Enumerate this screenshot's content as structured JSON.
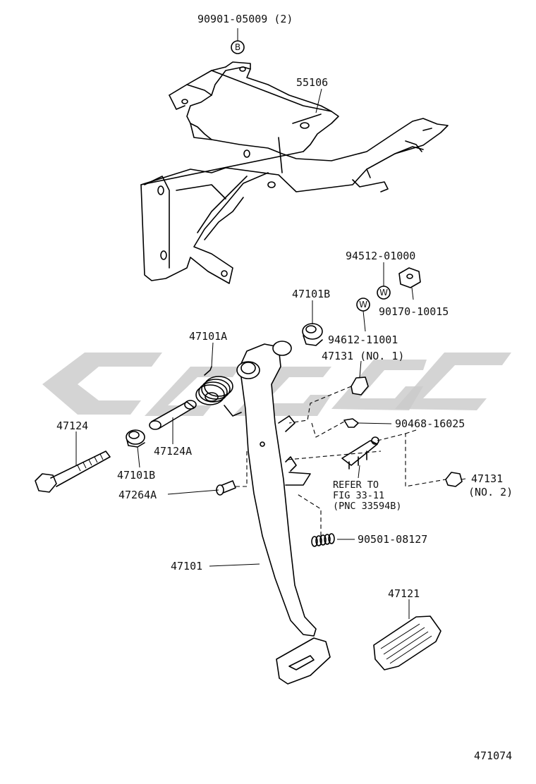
{
  "diagram_id": "471074",
  "markers": {
    "b": "B",
    "w": "W"
  },
  "parts": {
    "bolt_top": "90901-05009 (2)",
    "support": "55106",
    "washer": "94512-01000",
    "nut": "90170-10015",
    "bushing_top": "47101B",
    "washer2": "94612-11001",
    "spring": "47101A",
    "stopper1": "47131 (NO. 1)",
    "clip": "90468-16025",
    "bolt_pivot": "47124",
    "collar": "47124A",
    "bushing_bottom": "47101B",
    "pin": "47264A",
    "refer_line1": "REFER TO",
    "refer_line2": "FIG 33-11",
    "refer_line3": "(PNC 33594B)",
    "stopper2_a": "47131",
    "stopper2_b": "(NO. 2)",
    "spring_small": "90501-08127",
    "pedal": "47101",
    "pad": "47121"
  }
}
